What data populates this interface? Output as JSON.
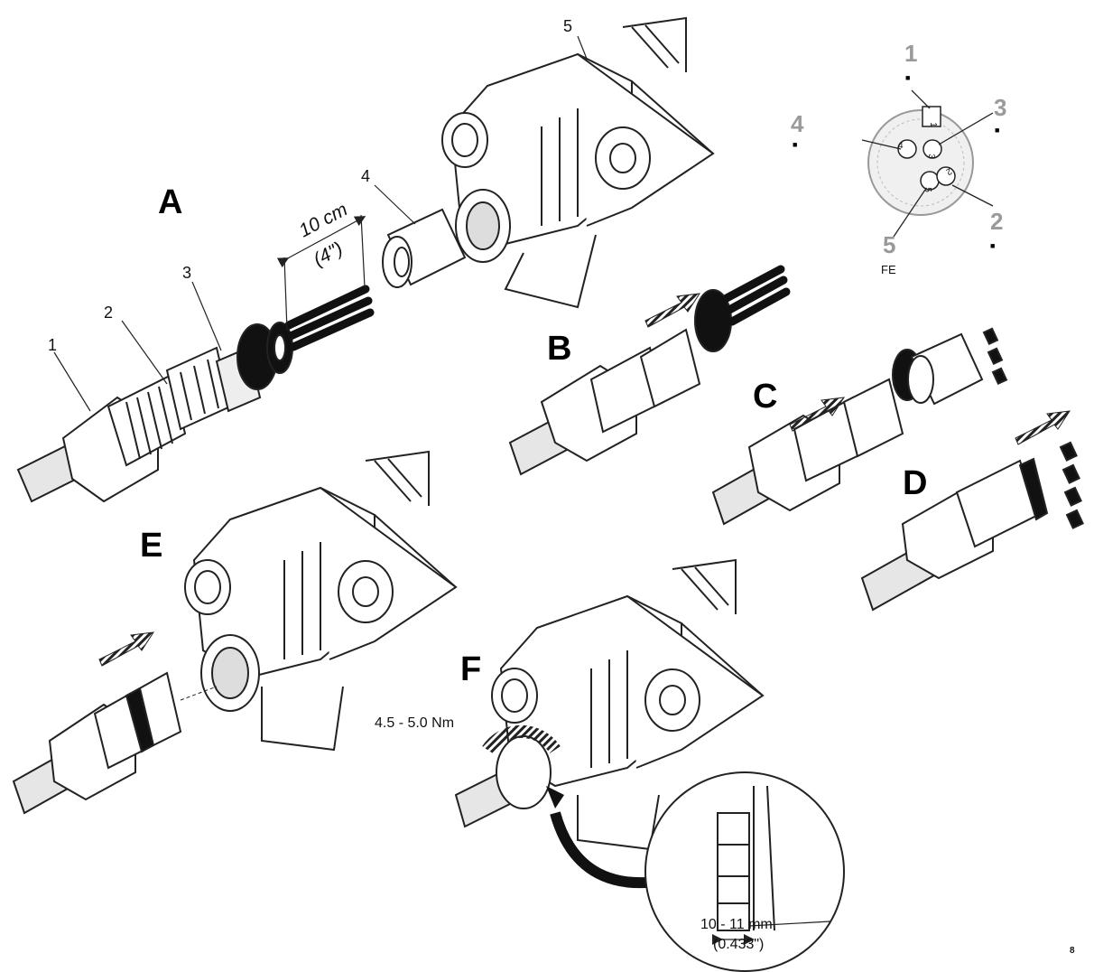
{
  "steps": {
    "A": "A",
    "B": "B",
    "C": "C",
    "D": "D",
    "E": "E",
    "F": "F"
  },
  "callouts": {
    "part1": "1",
    "part2": "2",
    "part3": "3",
    "part4": "4",
    "part5": "5"
  },
  "dimensions": {
    "strip_length": "10 cm",
    "strip_length_imperial": "(4\")",
    "torque": "4.5 - 5.0 Nm",
    "gap": "10 - 11 mm",
    "gap_imperial": "(0.433\")"
  },
  "pin_diagram": {
    "pins": [
      {
        "number": "1",
        "marker": "■"
      },
      {
        "number": "2",
        "marker": "■"
      },
      {
        "number": "3",
        "marker": "■"
      },
      {
        "number": "4",
        "marker": "■"
      },
      {
        "number": "5",
        "marker": "FE"
      }
    ],
    "inner_labels": [
      "1",
      "2",
      "3",
      "4",
      "5"
    ]
  },
  "page_marker": "8",
  "colors": {
    "line": "#222222",
    "pin_label": "#9a9a9a",
    "arrow": "#333333",
    "fill": "#ffffff",
    "cable": "#dddddd"
  },
  "icons": {
    "insert_arrow": "dashed-arrow-icon",
    "rotate": "rotate-arrow-icon",
    "magnify": "magnify-circle-icon"
  }
}
